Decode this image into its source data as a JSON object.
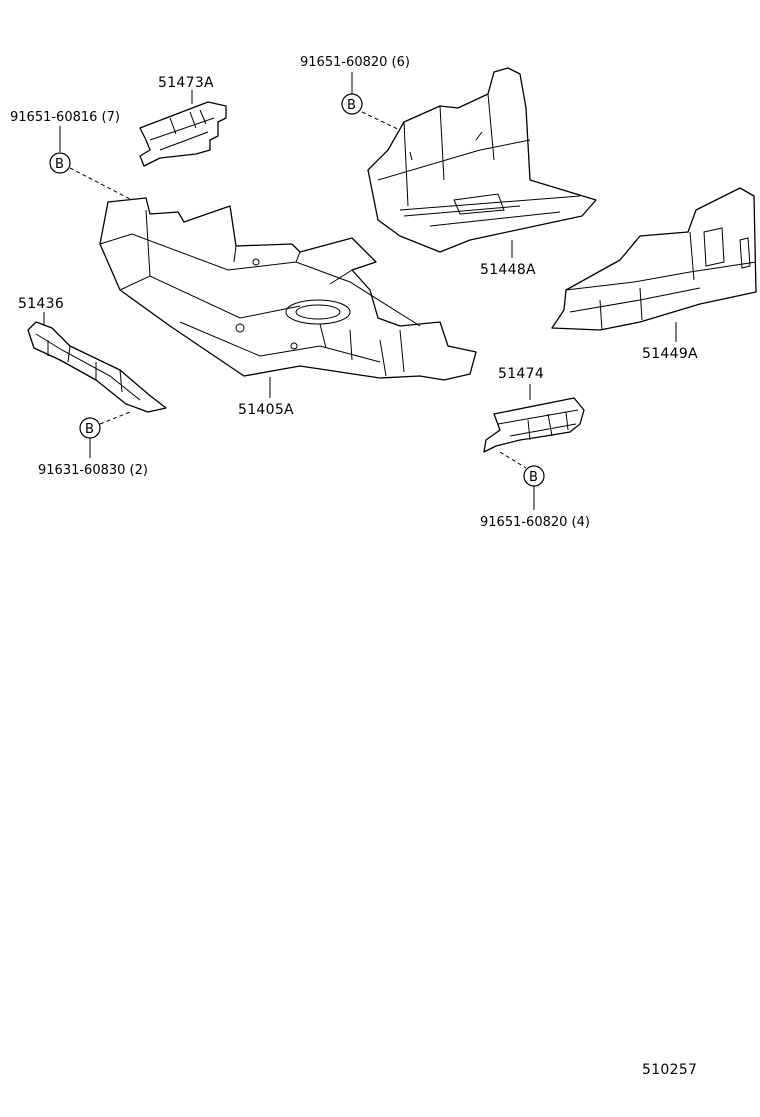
{
  "diagram": {
    "parts": [
      {
        "label": "51473A"
      },
      {
        "label": "51448A"
      },
      {
        "label": "51449A"
      },
      {
        "label": "51436"
      },
      {
        "label": "51405A"
      },
      {
        "label": "51474"
      }
    ],
    "fasteners": [
      {
        "label": "91651-60816 (7)",
        "callout": "B"
      },
      {
        "label": "91651-60820 (6)",
        "callout": "B"
      },
      {
        "label": "91631-60830 (2)",
        "callout": "B"
      },
      {
        "label": "91651-60820 (4)",
        "callout": "B"
      }
    ],
    "figure_number": "510257"
  }
}
